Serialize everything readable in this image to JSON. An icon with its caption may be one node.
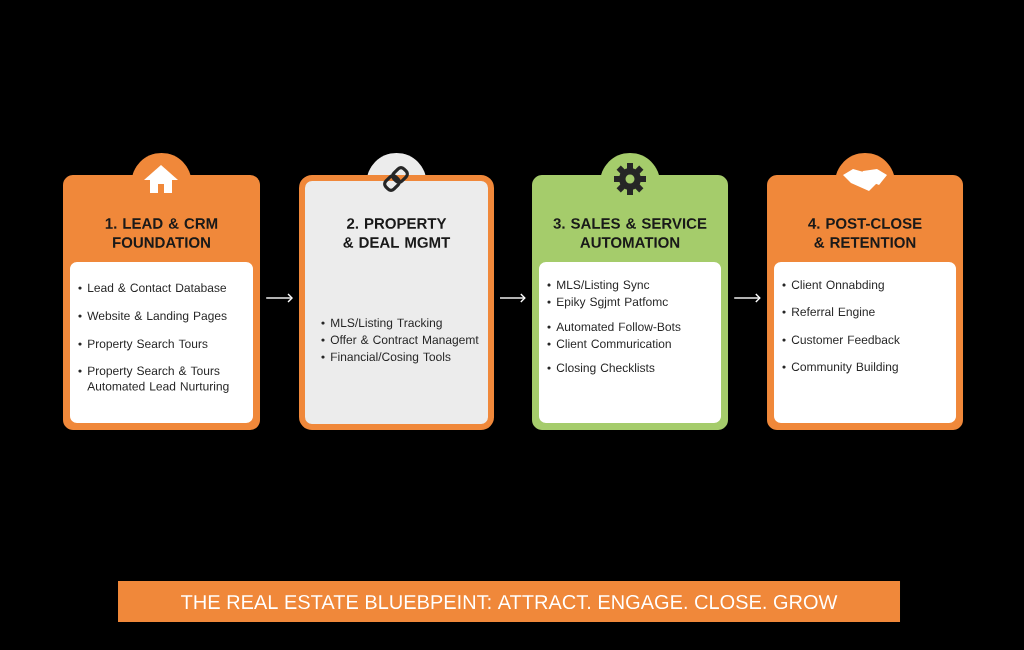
{
  "diagram": {
    "title": "THE REAL ESTATE BLUEBPEINT: ATTRACT. ENGAGE. CLOSE. GROW",
    "nodes": [
      {
        "text": [
          "1. LEAD & CRM FOUNDATION"
        ]
      },
      {
        "text": [
          "Lead & Contact Database",
          "Website & Landing Pages",
          "Property Search Tours",
          "Property Search & Tours Automated Lead Nurturing"
        ],
        "in": 0
      },
      {
        "text": [
          "2. PROPERTY & DEAL MGMT",
          "MLS/Listing Tracking",
          "Offer & Contract Managemt",
          "Financial/Cosing Tools"
        ]
      },
      {
        "text": [
          "3. SALES & SERVICE AUTOMATION"
        ]
      },
      {
        "text": [
          "MLS/Listing Sync",
          "Epiky Sgjmt Patfomc",
          "Automated Follow-Bots",
          "Client Commurication",
          "Closing Checklists"
        ],
        "in": 3
      },
      {
        "text": [
          "4. POST-CLOSE & RETENTION"
        ]
      },
      {
        "text": [
          "Client Onnabding",
          "Referral Engine",
          "Customer Feedback",
          "Community Building"
        ],
        "in": 5
      }
    ],
    "edges": [
      {
        "from": 0,
        "to": 2,
        "arrow": "to"
      },
      {
        "from": 2,
        "to": 3,
        "arrow": "to"
      },
      {
        "from": 3,
        "to": 5,
        "arrow": "to"
      }
    ]
  }
}
